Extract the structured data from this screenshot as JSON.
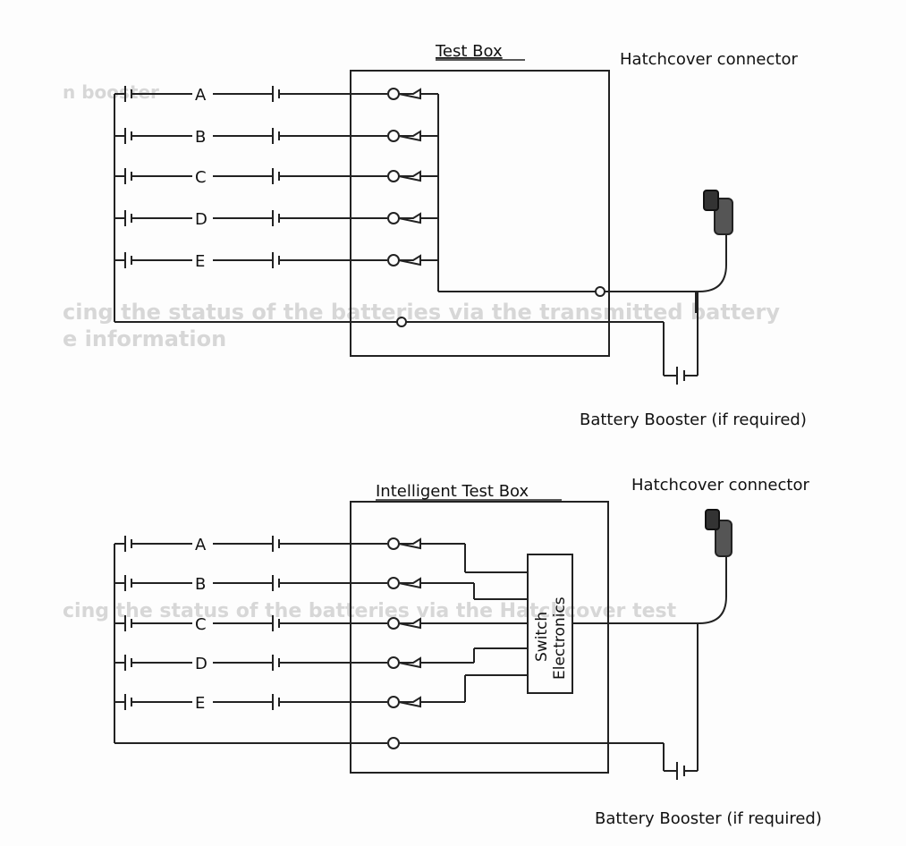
{
  "diagram": {
    "top": {
      "box_title": "Test Box",
      "connector_label": "Hatchcover connector",
      "booster_label": "Battery Booster (if required)",
      "batteries": [
        "A",
        "B",
        "C",
        "D",
        "E"
      ]
    },
    "bottom": {
      "box_title": "Intelligent Test Box",
      "connector_label": "Hatchcover connector",
      "booster_label": "Battery Booster (if required)",
      "batteries": [
        "A",
        "B",
        "C",
        "D",
        "E"
      ],
      "switch_label_1": "Switch",
      "switch_label_2": "Electronics"
    }
  },
  "bleed_through": {
    "heading_1": "n booster",
    "heading_2": "cing the status of the batteries via the transmitted battery",
    "heading_3": "e information",
    "heading_4": "cing the status of the batteries via the Hatchcover test"
  },
  "colors": {
    "line": "#222222",
    "paper": "#fdfdfd",
    "ghost_text": "#d7d7d7"
  }
}
